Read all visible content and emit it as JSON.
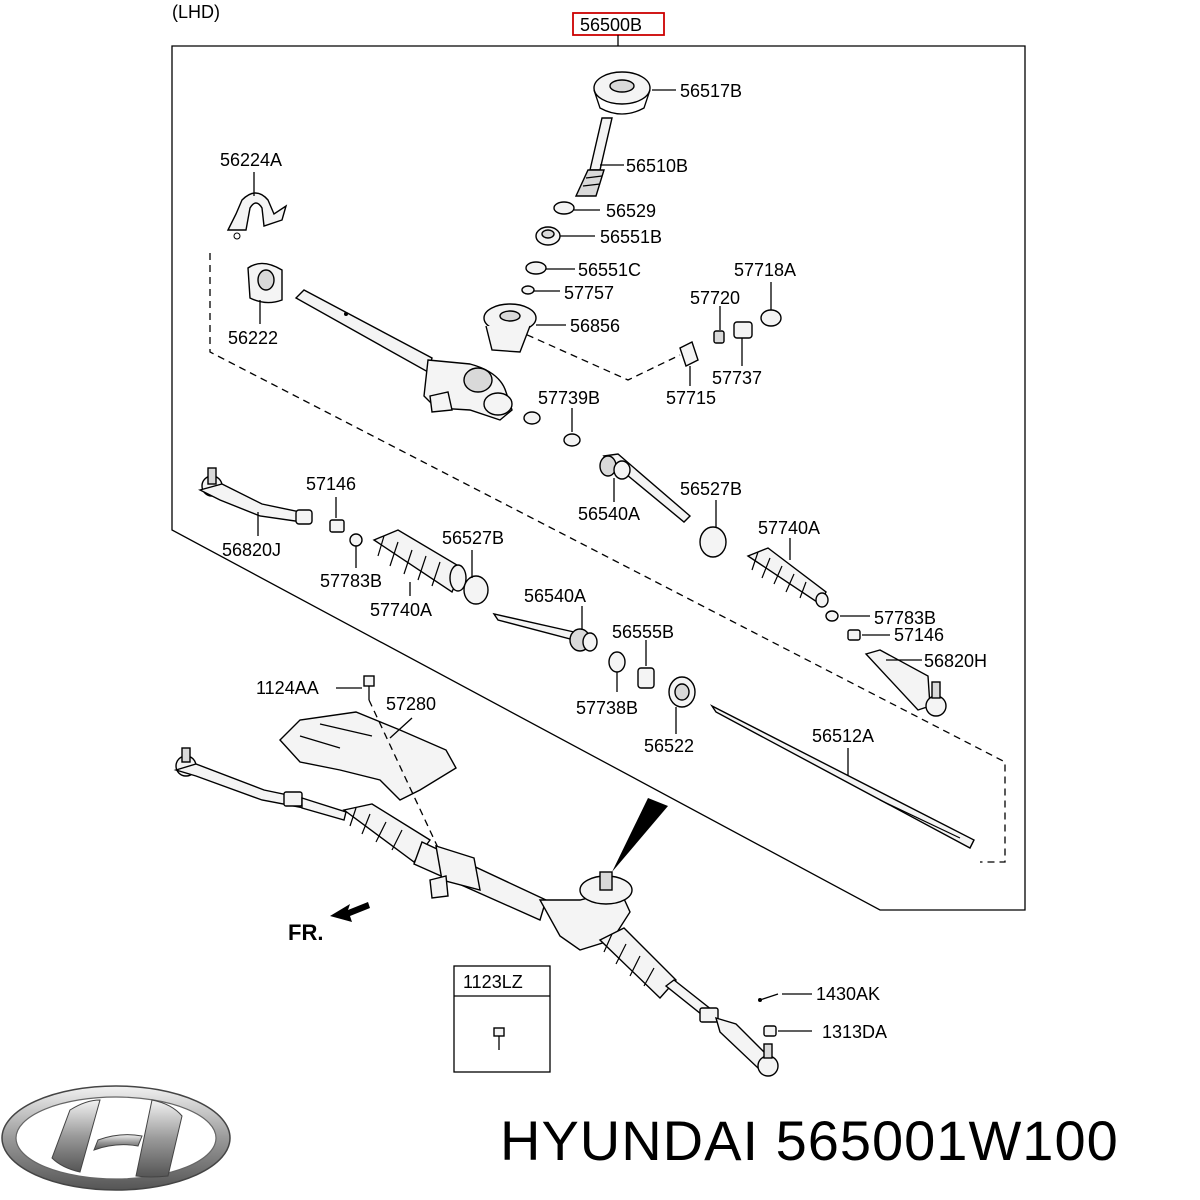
{
  "drawing": {
    "variant": "(LHD)",
    "assembly": "56500B",
    "fr_label": "FR.",
    "inset_part": "1123LZ",
    "parts": {
      "p56517B": "56517B",
      "p56510B": "56510B",
      "p56224A": "56224A",
      "p56529": "56529",
      "p56551B": "56551B",
      "p56551C": "56551C",
      "p57718A": "57718A",
      "p57757": "57757",
      "p57720": "57720",
      "p56222": "56222",
      "p56856": "56856",
      "p57737": "57737",
      "p57739B": "57739B",
      "p57715": "57715",
      "p57146_left": "57146",
      "p56527B_right": "56527B",
      "p56820J": "56820J",
      "p56540A_upper": "56540A",
      "p56527B_left": "56527B",
      "p57740A_right": "57740A",
      "p57783B_left": "57783B",
      "p57740A_left": "57740A",
      "p56540A_lower": "56540A",
      "p57783B_right": "57783B",
      "p56555B": "56555B",
      "p57146_right": "57146",
      "p56820H": "56820H",
      "p1124AA": "1124AA",
      "p57280": "57280",
      "p57738B": "57738B",
      "p56512A": "56512A",
      "p56522": "56522",
      "p1430AK": "1430AK",
      "p1313DA": "1313DA"
    }
  },
  "brand": {
    "logo_name": "hyundai-logo",
    "text": "HYUNDAI 565001W100",
    "highlight_color": "#cc0000"
  }
}
